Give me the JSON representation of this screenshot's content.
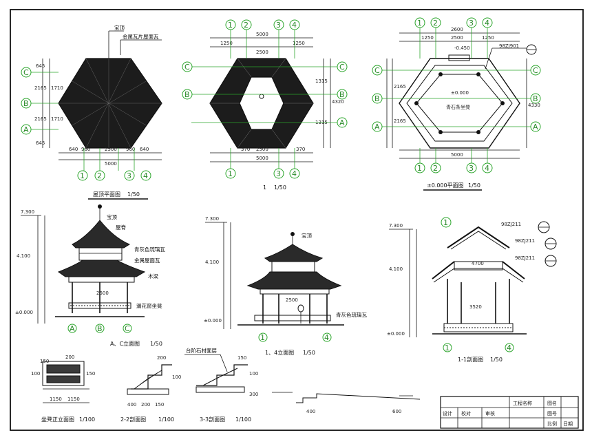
{
  "plans": {
    "roof_plan": {
      "title": "屋顶平面图",
      "scale": "1/50"
    },
    "middle_plan": {
      "title": "1",
      "scale": "1/50"
    },
    "ground_plan": {
      "title": "±0.000平面图",
      "scale": "1/50"
    }
  },
  "axis_labels": {
    "cols": [
      "1",
      "2",
      "3",
      "4"
    ],
    "rows": [
      "A",
      "B",
      "C"
    ]
  },
  "roof_dims": {
    "top": [
      "宝顶",
      "金属瓦片屋面瓦"
    ],
    "left": [
      "645",
      "2165",
      "1710",
      "2165",
      "1710",
      "645"
    ],
    "bottom": [
      "640",
      "960",
      "2500",
      "960",
      "640"
    ],
    "total": "5000"
  },
  "mid_dims": {
    "top_total": "5000",
    "top_parts": [
      "1250",
      "2500",
      "1250"
    ],
    "bottom_parts": [
      "370",
      "2500",
      "370"
    ],
    "bottom_total": "5000",
    "side": [
      "1315",
      "1315",
      "4320"
    ]
  },
  "ground_dims": {
    "top_total": "2600",
    "top_parts": [
      "1250",
      "2500",
      "1250"
    ],
    "level": "-0.450",
    "bottom_total": "5000",
    "side": [
      "2165",
      "2165",
      "4330"
    ],
    "center": "±0.000",
    "note": "青石条坐凳",
    "detail_ref": "98ZJ901"
  },
  "elevations": {
    "ac": {
      "title": "A、C立面图",
      "scale": "1/50",
      "levels": [
        "7.300",
        "4.100",
        "±0.000"
      ],
      "notes": [
        "宝顶",
        "屋脊",
        "青灰色琉璃瓦",
        "金属屋面瓦",
        "木梁",
        "漏花窗坐凳"
      ],
      "width": "2500"
    },
    "one_four": {
      "title": "1、4立面图",
      "scale": "1/50",
      "levels": [
        "7.300",
        "4.100",
        "±0.000"
      ],
      "notes": [
        "宝顶",
        "青灰色琉璃瓦"
      ],
      "width": "2500"
    },
    "section": {
      "title": "1-1剖面图",
      "scale": "1/50",
      "levels": [
        "7.300",
        "4.100",
        "±0.000"
      ],
      "refs": [
        "98ZJ211",
        "98ZJ211",
        "98ZJ211"
      ],
      "widths": [
        "4700",
        "3520"
      ]
    }
  },
  "details": {
    "bench": {
      "title": "坐凳正立面图",
      "scale": "1/100",
      "dims": [
        "150",
        "200",
        "100",
        "150",
        "1150",
        "1150"
      ]
    },
    "s22": {
      "title": "2-2剖面图",
      "scale": "1/100",
      "dims": [
        "200",
        "100",
        "400",
        "200",
        "150"
      ]
    },
    "s33": {
      "title": "3-3剖面图",
      "scale": "1/100",
      "dims": [
        "150",
        "100",
        "300"
      ],
      "note": "台阶石材面层"
    },
    "step": {
      "dims": [
        "400",
        "600"
      ]
    }
  },
  "title_block": {
    "cells": [
      "工程名称",
      "图名",
      "设计",
      "校对",
      "审核",
      "图号",
      "比例",
      "日期"
    ]
  }
}
